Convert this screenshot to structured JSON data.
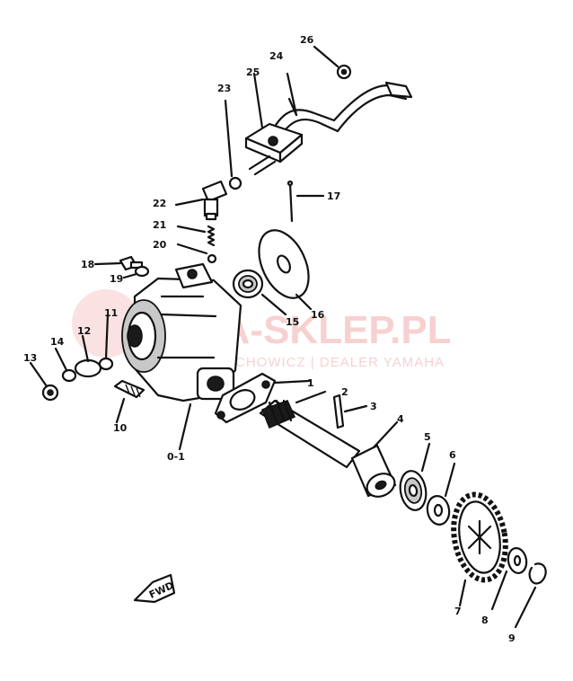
{
  "watermark": {
    "main": "MA-SKLEP.PL",
    "sub": "CHOWICZ | DEALER YAMAHA"
  },
  "direction_label": "FWD",
  "callouts": [
    "1",
    "2",
    "3",
    "4",
    "5",
    "6",
    "7",
    "8",
    "9",
    "10",
    "11",
    "12",
    "13",
    "14",
    "15",
    "16",
    "17",
    "18",
    "19",
    "20",
    "21",
    "22",
    "23",
    "24",
    "25",
    "26",
    "0-1"
  ]
}
